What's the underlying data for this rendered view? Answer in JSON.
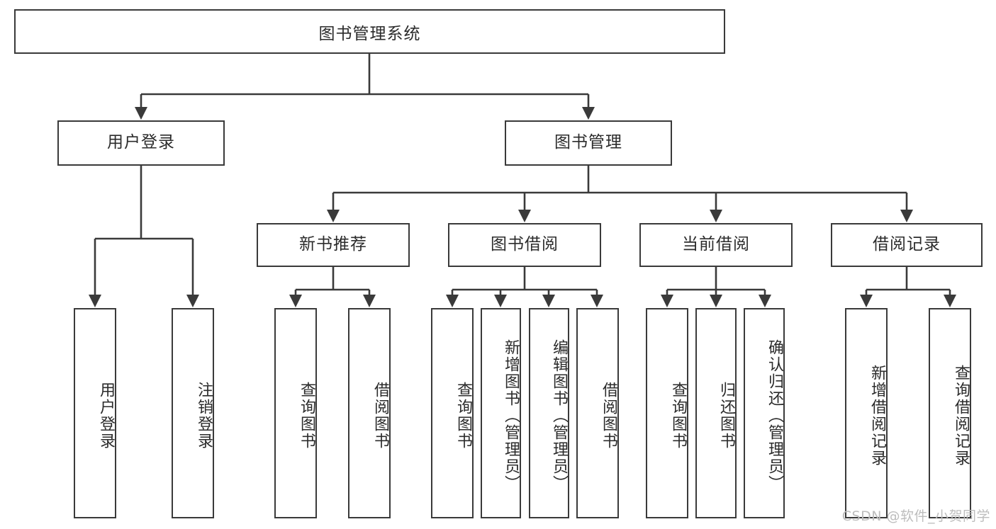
{
  "diagram": {
    "type": "tree-hierarchy",
    "title": "图书管理系统",
    "watermark": "CSDN @软件_小贺同学",
    "theme": {
      "background": "#ffffff",
      "box_border": "#3a3a3a",
      "box_fill": "#ffffff",
      "text": "#2b2b2b",
      "connector": "#3a3a3a",
      "watermark_color": "#bdbdbd"
    },
    "root": {
      "label": "图书管理系统",
      "level": 0
    },
    "level1": [
      {
        "label": "用户登录",
        "level": 1
      },
      {
        "label": "图书管理",
        "level": 1
      }
    ],
    "level2": [
      {
        "label": "新书推荐",
        "level": 2,
        "parent": "图书管理"
      },
      {
        "label": "图书借阅",
        "level": 2,
        "parent": "图书管理"
      },
      {
        "label": "当前借阅",
        "level": 2,
        "parent": "图书管理"
      },
      {
        "label": "借阅记录",
        "level": 2,
        "parent": "图书管理"
      }
    ],
    "leaves": [
      {
        "label": "用户登录",
        "parent": "用户登录",
        "group": "user-login"
      },
      {
        "label": "注销登录",
        "parent": "用户登录",
        "group": "user-login"
      },
      {
        "label": "查询图书",
        "parent": "新书推荐",
        "group": "new-book"
      },
      {
        "label": "借阅图书",
        "parent": "新书推荐",
        "group": "new-book"
      },
      {
        "label": "查询图书",
        "parent": "图书借阅",
        "group": "borrow"
      },
      {
        "label": "新增图书（管理员）",
        "parent": "图书借阅",
        "group": "borrow"
      },
      {
        "label": "编辑图书（管理员）",
        "parent": "图书借阅",
        "group": "borrow"
      },
      {
        "label": "借阅图书",
        "parent": "图书借阅",
        "group": "borrow"
      },
      {
        "label": "查询图书",
        "parent": "当前借阅",
        "group": "current"
      },
      {
        "label": "归还图书",
        "parent": "当前借阅",
        "group": "current"
      },
      {
        "label": "确认归还（管理员）",
        "parent": "当前借阅",
        "group": "current"
      },
      {
        "label": "新增借阅记录",
        "parent": "借阅记录",
        "group": "record"
      },
      {
        "label": "查询借阅记录",
        "parent": "借阅记录",
        "group": "record"
      }
    ]
  }
}
